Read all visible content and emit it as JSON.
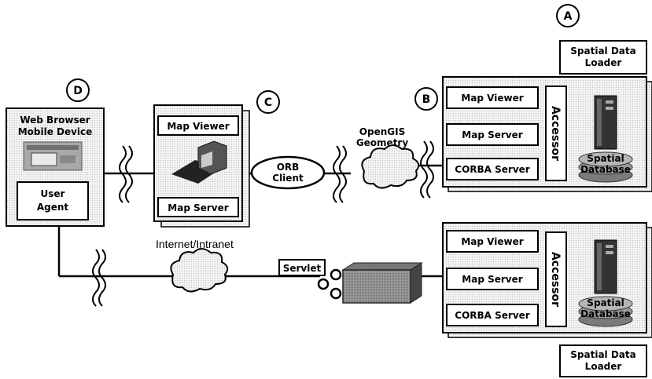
{
  "markers": {
    "a": "A",
    "b": "B",
    "c": "C",
    "d": "D"
  },
  "loader_top": {
    "line1": "Spatial Data",
    "line2": "Loader"
  },
  "loader_bottom": {
    "line1": "Spatial Data",
    "line2": "Loader"
  },
  "client": {
    "line1": "Web Browser",
    "line2": "Mobile Device",
    "agent_line1": "User",
    "agent_line2": "Agent"
  },
  "middle_tier": {
    "map_viewer": "Map Viewer",
    "map_server": "Map Server"
  },
  "orb": {
    "line1": "ORB",
    "line2": "Client"
  },
  "opengis": {
    "line1": "OpenGIS",
    "line2": "Geometry"
  },
  "network_label": "Internet/Intranet",
  "servlet": "Servlet",
  "server_top": {
    "map_viewer": "Map Viewer",
    "map_server": "Map Server",
    "corba": "CORBA Server",
    "accessor": "Accessor",
    "db_line1": "Spatial",
    "db_line2": "Database"
  },
  "server_bottom": {
    "map_viewer": "Map Viewer",
    "map_server": "Map Server",
    "corba": "CORBA Server",
    "accessor": "Accessor",
    "db_line1": "Spatial",
    "db_line2": "Database"
  }
}
